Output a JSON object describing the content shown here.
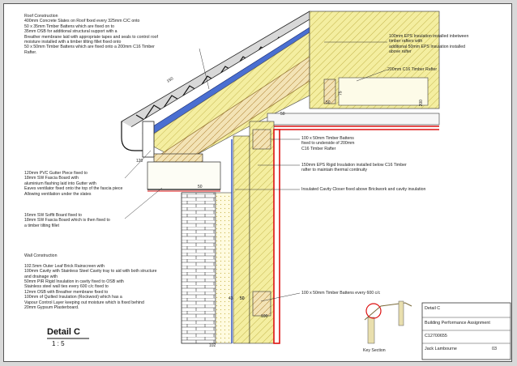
{
  "notes": {
    "roof": "Roof Construction\n400mm Concrete Slates on Roof fixed every 325mm C/C onto\n50 x 35mm Timber Battens which are fixed on to\n35mm OSB for additional structural support with a\nBreather membrane laid with appropriate tapes and seals to control roof\nmoisture installed with a timber tilting fillet fixed onto\n50 x 50mm Timber Battens which are fixed onto a 200mm C16 Timber\nRafter.",
    "eps_rafters": "100mm EPS Insulation installed inbetween\ntimber rafters with\nadditional 50mm EPS Insulation installed\nabove rafter",
    "rafter": "200mm C16 Timber Rafter",
    "battens_rafter": "100 x 50mm Timber Battens\nfixed to underside of 200mm\nC16 Timber Rafter",
    "eps_below": "150mm EPS Rigid Insulation installed below C16 Timber\nrafter to maintain thermal continuity",
    "cavity_closer": "Insulated Cavity Closer fixed above Brickwork and cavity insulation",
    "gutter": "120mm PVC Gutter Piece fixed to\n18mm SW Fascia Board with\naluminium flashing laid into Gutter with\nEaves ventilator fixed onto the top of the fascia piece\nAllowing ventilation under the slates",
    "soffit": "16mm SW Soffit Board fixed to\n18mm SW Fascia Board which is then fixed to\na timber tilting fillet",
    "wall": "Wall Construction\n\n102.5mm Outer Leaf Brick Rainscreen with\n100mm Cavity with Stainless Steel Cavity tray to aid with both structure\nand drainage with\n50mm PIR Rigid Insulation in cavity fixed to OSB with\nStainless steel wall ties every 600 c/c fixed to\n12mm OSB with Breather membrane fixed to\n100mm of Quilted Insulation (Rockwool) which has a\nVapour Control Layer keeping out moisture which is fixed behind\n20mm Gypsum Plasterboard.",
    "battens_600": "100 x 50mm Timber Battens every 600 c/c"
  },
  "drawing_title": "Detail C",
  "drawing_scale": "1 : 5",
  "key_section_label": "Key Section",
  "dimensions": [
    "150",
    "50",
    "200",
    "50",
    "120",
    "50",
    "50",
    "43",
    "50",
    "100",
    "102",
    "75"
  ],
  "title_block": {
    "detail": "Detail C",
    "module": "Building Performance Assignment",
    "student_id": "C12700655",
    "author": "Jack Lambourne",
    "sheet_no": "03"
  }
}
